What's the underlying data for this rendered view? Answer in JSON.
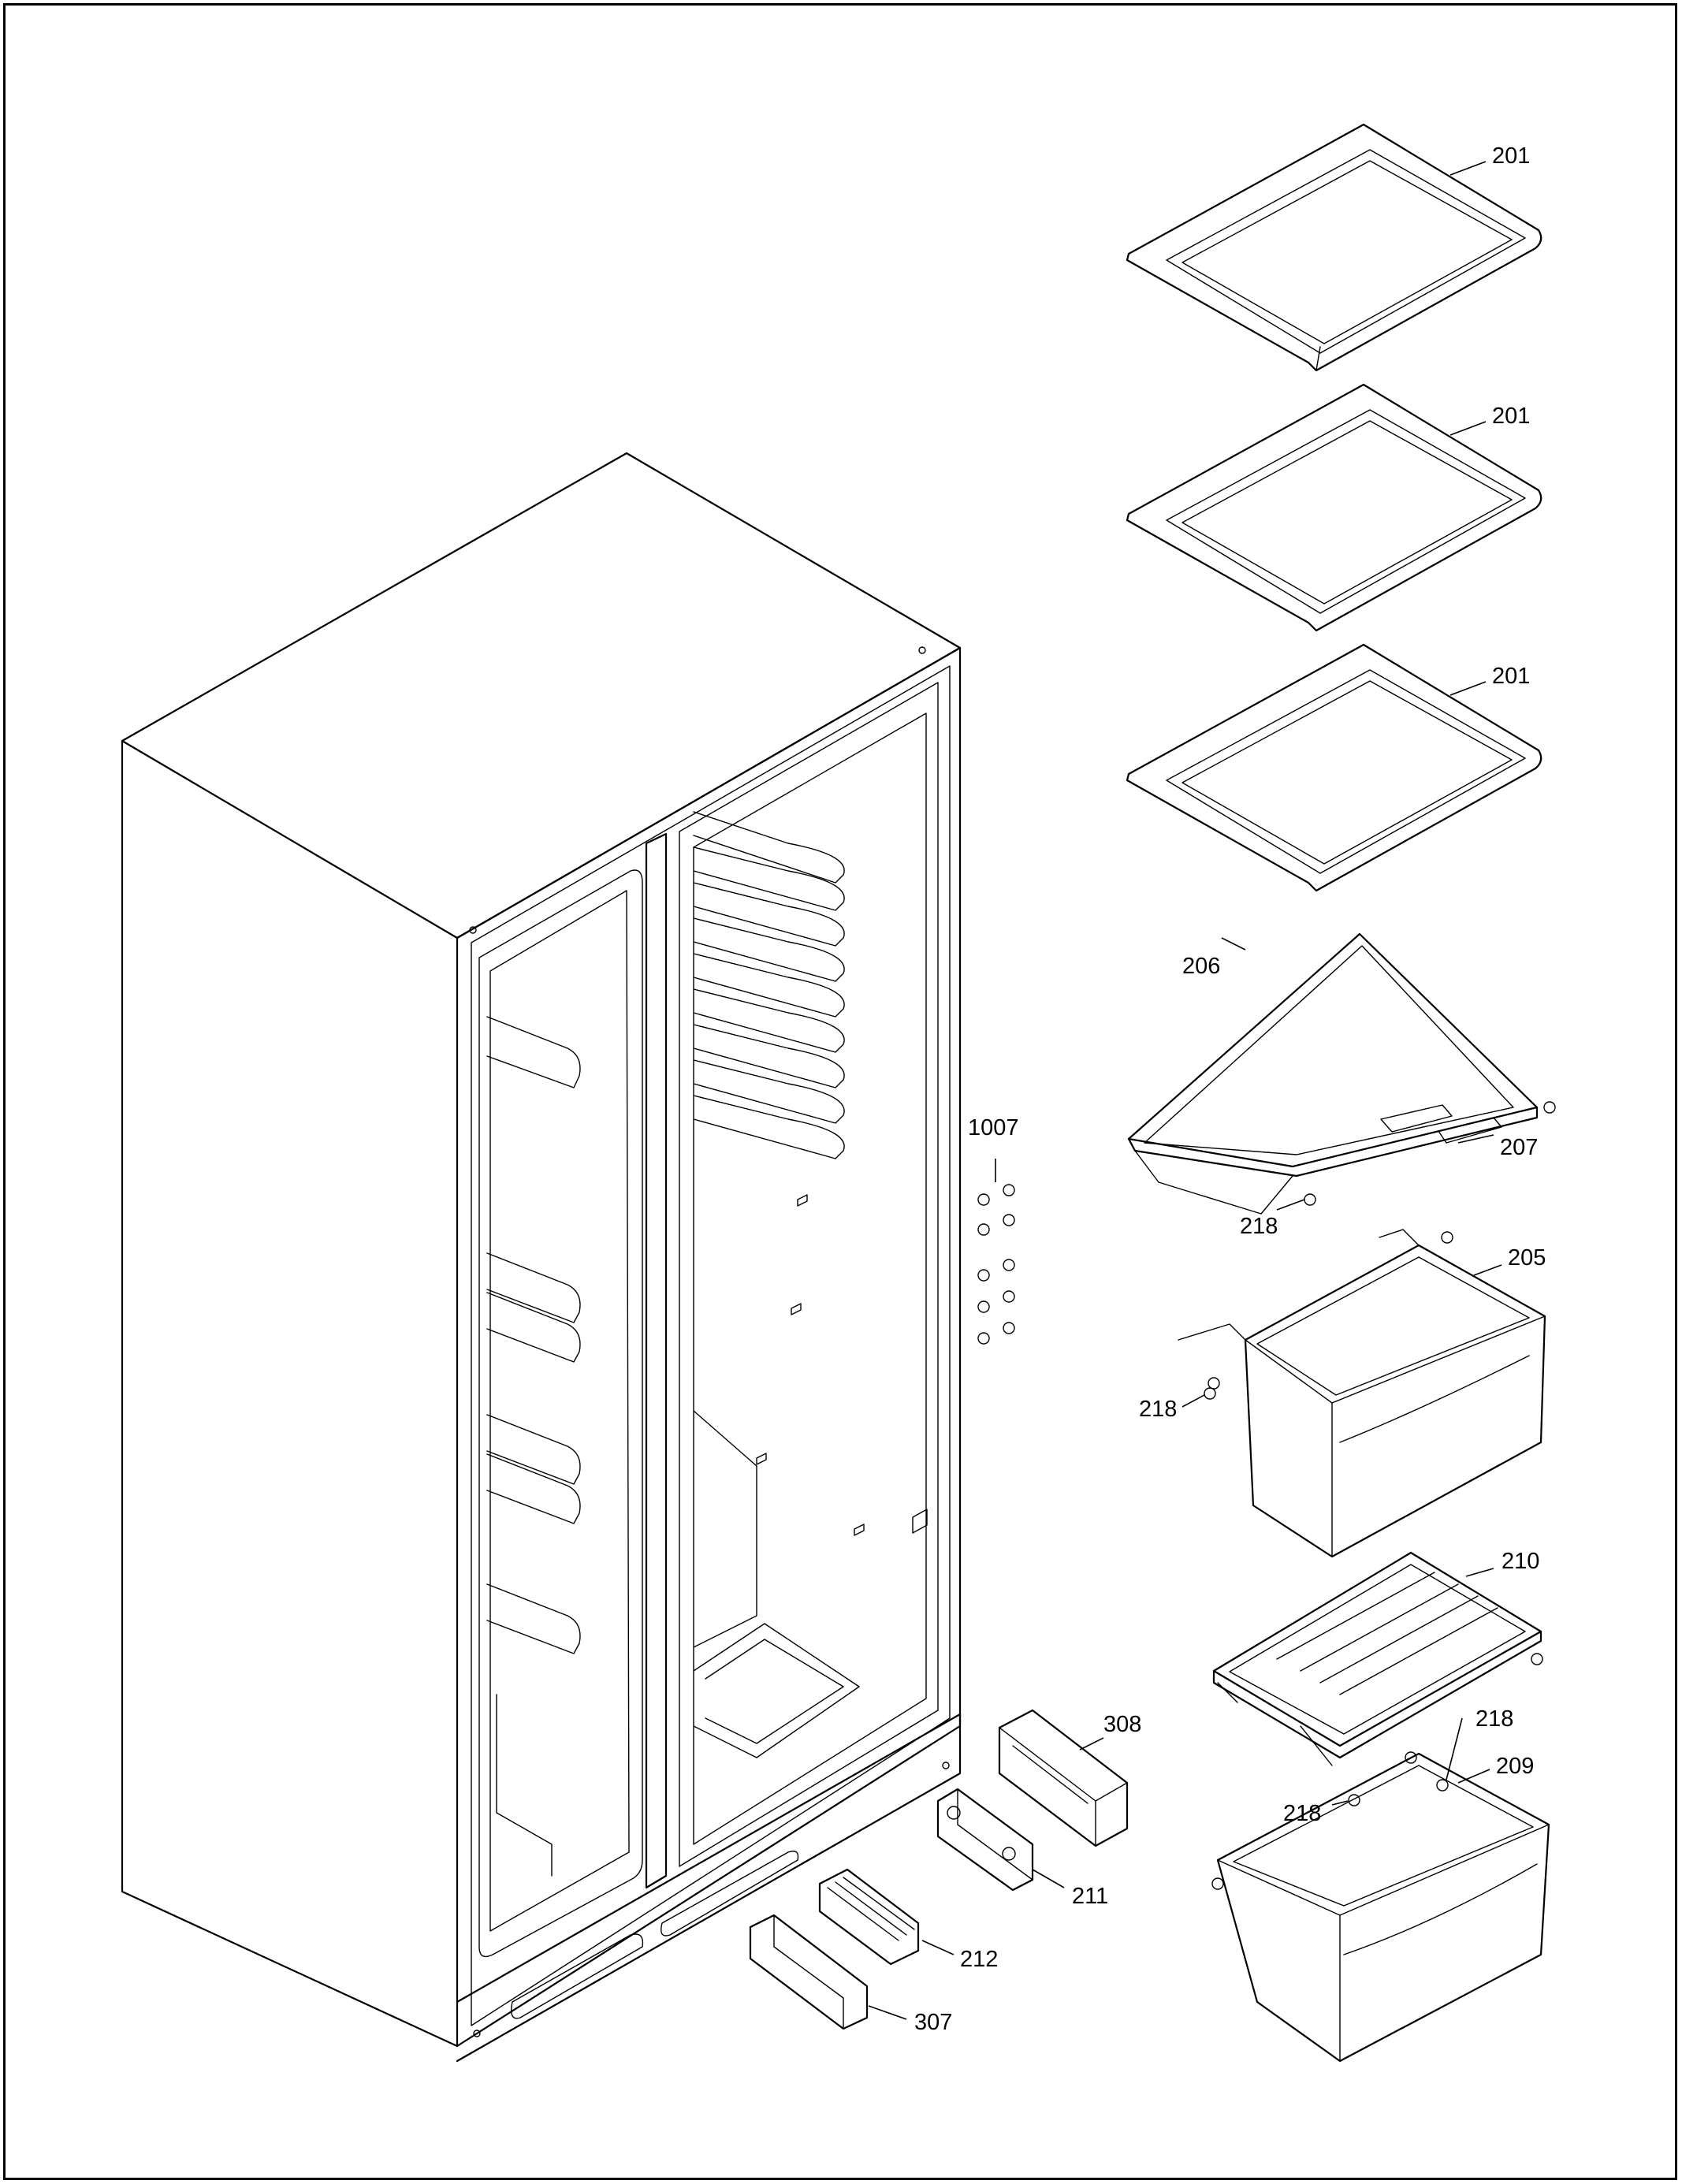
{
  "callouts": {
    "c201a": "201",
    "c201b": "201",
    "c201c": "201",
    "c206": "206",
    "c207": "207",
    "c1007": "1007",
    "c218a": "218",
    "c205": "205",
    "c218b": "218",
    "c210": "210",
    "c218c": "218",
    "c218d": "218",
    "c209": "209",
    "c308": "308",
    "c211": "211",
    "c212": "212",
    "c307": "307"
  },
  "colors": {
    "line": "#000000",
    "background": "#ffffff"
  }
}
